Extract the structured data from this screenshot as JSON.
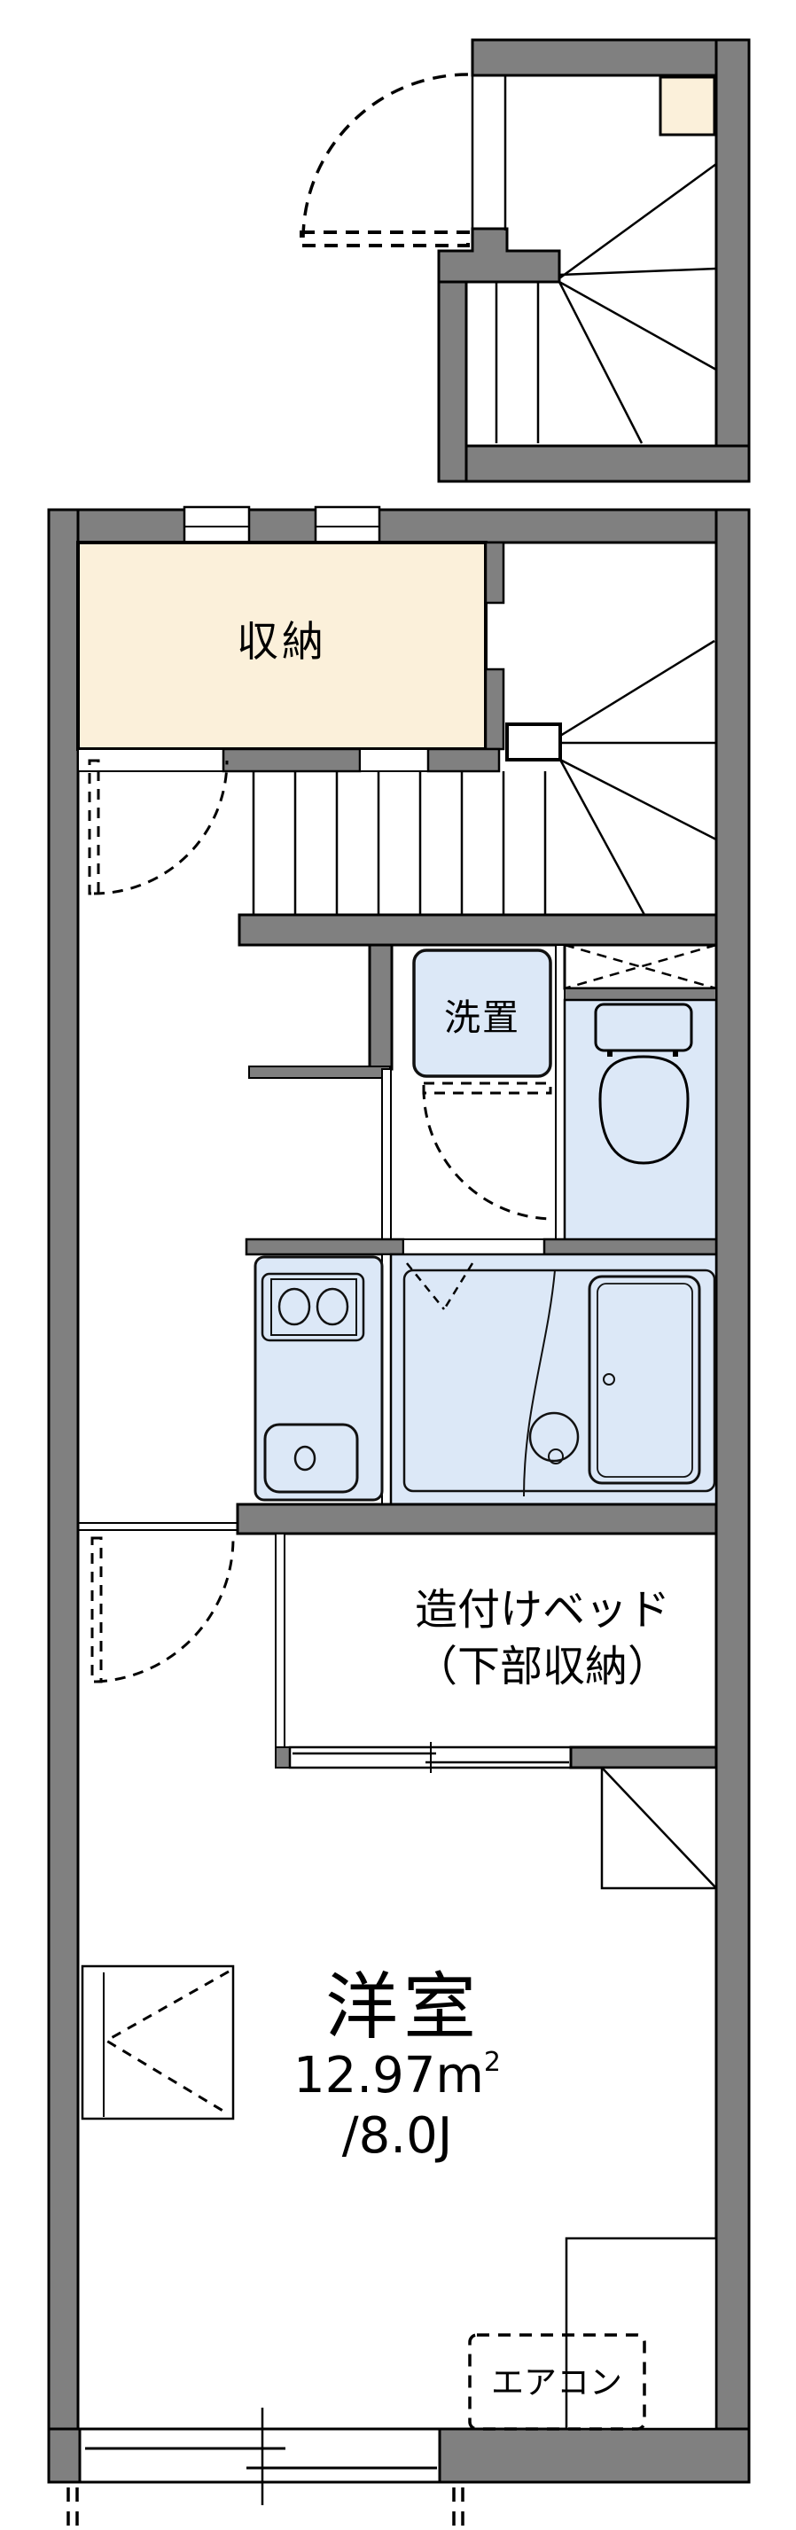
{
  "palette": {
    "wall_gray": "#808080",
    "cream": "#FBF0DA",
    "fixture_blue": "#DCE8F7",
    "line_black": "#000000"
  },
  "labels": {
    "storage_room": "収納",
    "washer_space": "洗置",
    "built_in_bed_line1": "造付けベッド",
    "built_in_bed_line2": "（下部収納）",
    "western_room": "洋室",
    "area_value": "12.97m",
    "area_sup": "2",
    "area_tatami": "/8.0J",
    "aircon": "エアコン"
  },
  "rooms": [
    {
      "name": "storage",
      "label": "収納"
    },
    {
      "name": "washer-space",
      "label": "洗置"
    },
    {
      "name": "built-in-bed",
      "label": "造付けベッド（下部収納）"
    },
    {
      "name": "western-room",
      "label": "洋室",
      "area_m2": "12.97㎡",
      "area_jo": "8.0J"
    },
    {
      "name": "aircon-spot",
      "label": "エアコン"
    }
  ]
}
